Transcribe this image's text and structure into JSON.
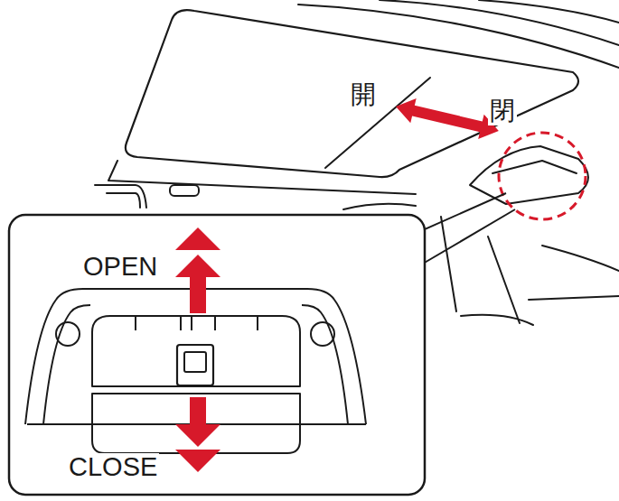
{
  "diagram": {
    "labels": [
      "開",
      "閉",
      "OPEN",
      "CLOSE"
    ]
  }
}
